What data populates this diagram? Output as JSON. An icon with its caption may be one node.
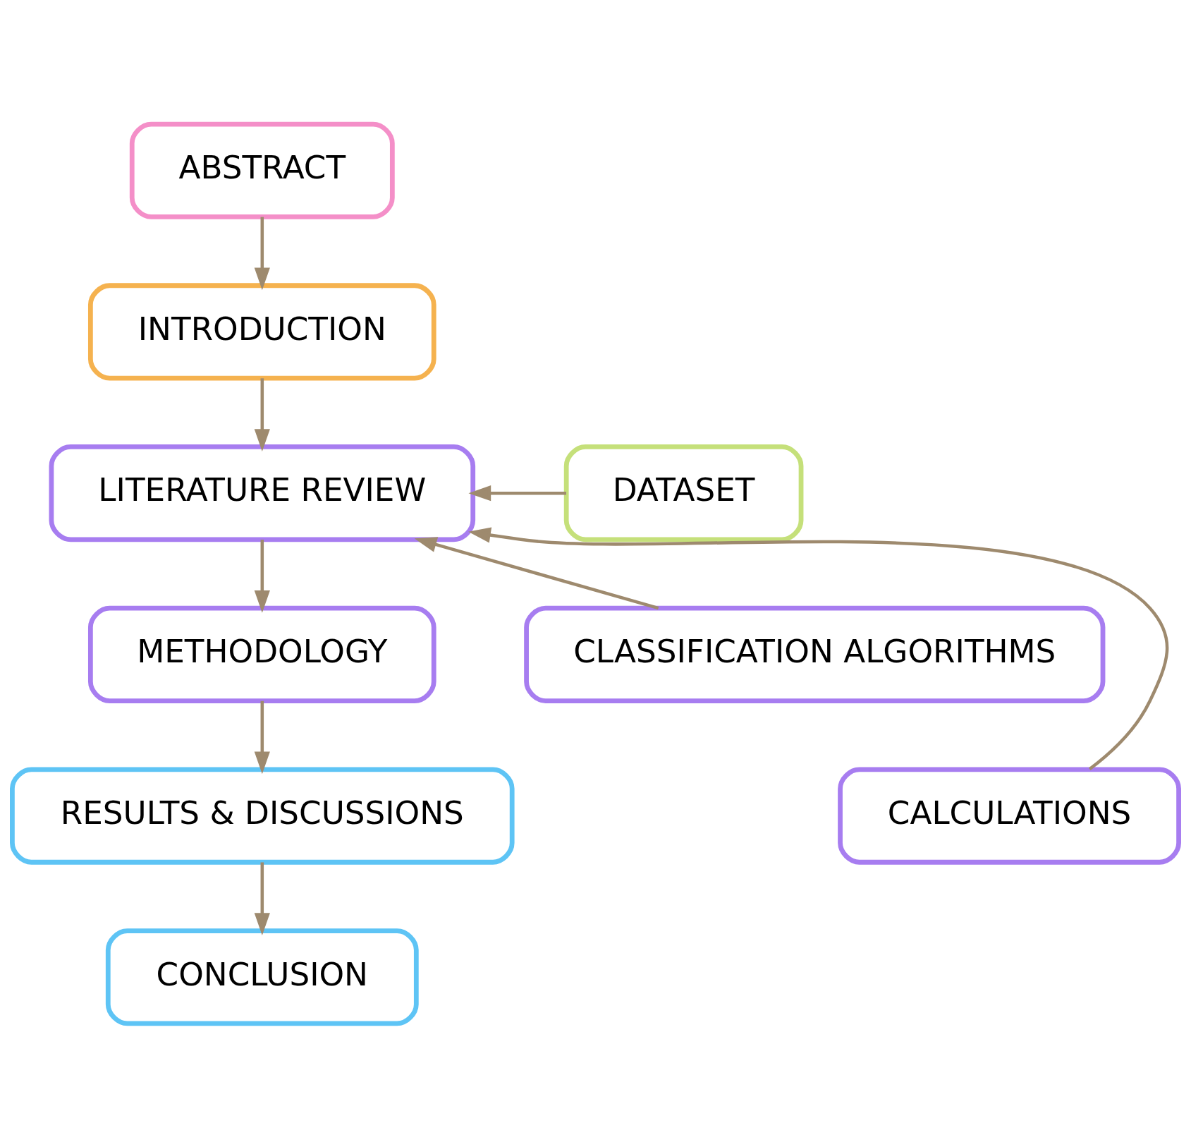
{
  "diagram": {
    "nodes": [
      {
        "text": [
          "ABSTRACT"
        ]
      },
      {
        "text": [
          "INTRODUCTION"
        ]
      },
      {
        "text": [
          "LITERATURE REVIEW"
        ]
      },
      {
        "text": [
          "DATASET"
        ]
      },
      {
        "text": [
          "CLASSIFICATION ALGORITHMS"
        ]
      },
      {
        "text": [
          "CALCULATIONS"
        ]
      },
      {
        "text": [
          "METHODOLOGY"
        ]
      },
      {
        "text": [
          "RESULTS & DISCUSSIONS"
        ]
      },
      {
        "text": [
          "CONCLUSION"
        ]
      }
    ],
    "edges": [
      {
        "from": 0,
        "to": 1,
        "arrow": "to"
      },
      {
        "from": 1,
        "to": 2,
        "arrow": "to"
      },
      {
        "from": 3,
        "to": 2,
        "arrow": "to"
      },
      {
        "from": 4,
        "to": 2,
        "arrow": "to"
      },
      {
        "from": 5,
        "to": 2,
        "arrow": "to"
      },
      {
        "from": 2,
        "to": 6,
        "arrow": "to"
      },
      {
        "from": 6,
        "to": 7,
        "arrow": "to"
      },
      {
        "from": 7,
        "to": 8,
        "arrow": "to"
      }
    ]
  }
}
